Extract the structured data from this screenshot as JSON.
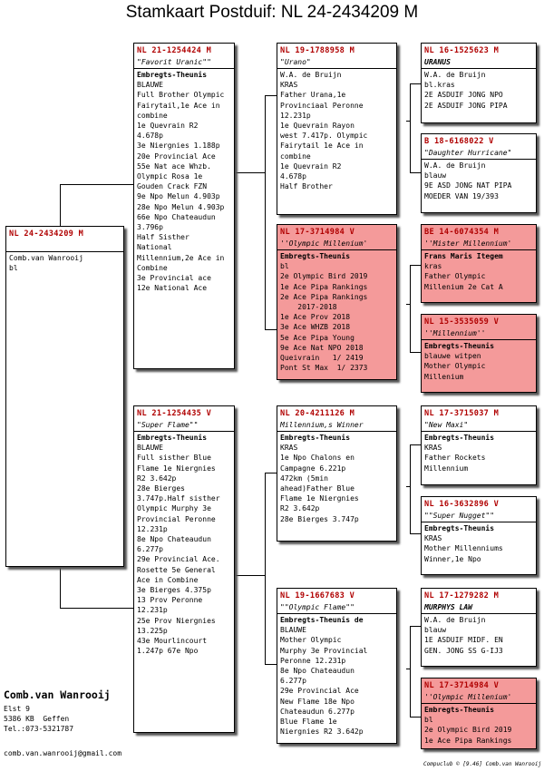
{
  "title": "Stamkaart Postduif: NL  24-2434209 M",
  "pigeons": {
    "subject": {
      "ring": "NL  24-2434209 M",
      "name": "",
      "owner": "",
      "body": "Comb.van Wanrooij\nbl"
    },
    "sire": {
      "ring": "NL  21-1254424 M",
      "name": "\"Favorit Uranic\"\"",
      "owner": "Embregts-Theunis",
      "body": "BLAUWE\nFull Brother Olympic\nFairytail,1e Ace in\ncombine\n1e Quevrain R2\n4.678p\n3e Niergnies 1.188p\n20e Provincial Ace\n55e Nat ace Whzb.\nOlympic Rosa 1e\nGouden Crack FZN\n9e Npo Melun 4.903p\n28e Npo Melun 4.903p\n66e Npo Chateaudun\n3.796p\nHalf Sisther\nNational\nMillennium,2e Ace in\nCombine\n3e Provincial ace\n12e National Ace"
    },
    "dam": {
      "ring": "NL  21-1254435 V",
      "name": "\"Super Flame\"\"",
      "owner": "Embregts-Theunis",
      "body": "BLAUWE\nFull sisther Blue\nFlame 1e Niergnies\nR2 3.642p\n28e Bierges\n3.747p.Half sisther\nOlympic Murphy 3e\nProvincial Peronne\n12.231p\n8e Npo Chateaudun\n6.277p\n29e Provincial Ace.\nRosette 5e General\nAce in Combine\n3e Bierges 4.375p\n13 Prov Peronne\n12.231p\n25e Prov Niergnies\n13.225p\n43e Mourlincourt\n1.247p 67e Npo"
    },
    "ss": {
      "ring": "NL  19-1788958 M",
      "name": "\"Urano\"",
      "owner": "W.A. de Bruijn",
      "body": "KRAS\nFather Urana,1e\nProvinciaal Peronne\n12.231p\n1e Quevrain Rayon\nwest 7.417p. Olympic\nFairytail 1e Ace in\ncombine\n1e Quevrain R2\n4.678p\nHalf Brother"
    },
    "sd": {
      "ring": "NL  17-3714984 V",
      "name": "''Olympic Millenium'",
      "owner": "Embregts-Theunis",
      "body": "bl\n2e Olympic Bird 2019\n1e Ace Pipa Rankings\n2e Ace Pipa Rankings\n    2017-2018\n1e Ace Prov 2018\n3e Ace WHZB 2018\n5e Ace Pipa Young\n9e Ace Nat NPO 2018\nQueivrain   1/ 2419\nPont St Max  1/ 2373"
    },
    "ds": {
      "ring": "NL  20-4211126 M",
      "name": "Millennium,s Winner",
      "owner": "Embregts-Theunis",
      "body": "KRAS\n1e Npo Chalons en\nCampagne 6.221p\n472km (5min\nahead)Father Blue\nFlame 1e Niergnies\nR2 3.642p\n28e Bierges 3.747p"
    },
    "dd": {
      "ring": "NL  19-1667683 V",
      "name": "\"\"Olympic Flame\"\"",
      "owner": "Embregts-Theunis de",
      "body": "BLAUWE\nMother Olympic\nMurphy 3e Provincial\nPeronne 12.231p\n8e Npo Chateaudun\n6.277p\n29e Provincial Ace\nNew Flame 18e Npo\nChateaudun 6.277p\nBlue Flame 1e\nNiergnies R2 3.642p"
    },
    "sss": {
      "ring": "NL  16-1525623 M",
      "name": "URANUS",
      "owner": "",
      "body": "W.A. de Bruijn\nbl.kras\n2E ASDUIF JONG NPO\n2E ASDUIF JONG PIPA"
    },
    "ssd": {
      "ring": "B   18-6168022 V",
      "name": "\"Daughter Hurricane\"",
      "owner": "",
      "body": "W.A. de Bruijn\nblauw\n9E ASD JONG NAT PIPA\nMOEDER VAN 19/393"
    },
    "sds": {
      "ring": "BE  14-6074354 M",
      "name": "''Mister Millennium'",
      "owner": "Frans Maris Itegem",
      "body": "kras\nFather Olympic\nMillenium 2e Cat A"
    },
    "sdd": {
      "ring": "NL  15-3535059 V",
      "name": "''Millennium''",
      "owner": "Embregts-Theunis",
      "body": "blauwe witpen\nMother Olympic\nMillenium"
    },
    "dss": {
      "ring": "NL  17-3715037 M",
      "name": "\"New Maxi\"",
      "owner": "Embregts-Theunis",
      "body": "KRAS\nFather Rockets\nMillennium"
    },
    "dsd": {
      "ring": "NL  16-3632896 V",
      "name": "\"\"Super Nugget\"\"",
      "owner": "Embregts-Theunis",
      "body": "KRAS\nMother Millenniums\nWinner,1e Npo"
    },
    "dds": {
      "ring": "NL  17-1279282 M",
      "name": "MURPHYS LAW",
      "owner": "",
      "body": "W.A. de Bruijn\nblauw\n1E ASDUIF MIDF. EN\nGEN. JONG SS G-IJ3"
    },
    "ddd": {
      "ring": "NL  17-3714984 V",
      "name": "''Olympic Millenium'",
      "owner": "Embregts-Theunis",
      "body": "bl\n2e Olympic Bird 2019\n1e Ace Pipa Rankings"
    }
  },
  "footer": {
    "owner_name": "Comb.van Wanrooij",
    "address": "Elst 9\n5386 KB  Geffen\nTel.:073-5321787",
    "email": "comb.van.wanrooij@gmail.com",
    "credit": "Compuclub © [9.46]  Comb.van Wanrooij"
  },
  "colors": {
    "hen_card": "#f49a9a",
    "ring_text": "#b00000"
  }
}
